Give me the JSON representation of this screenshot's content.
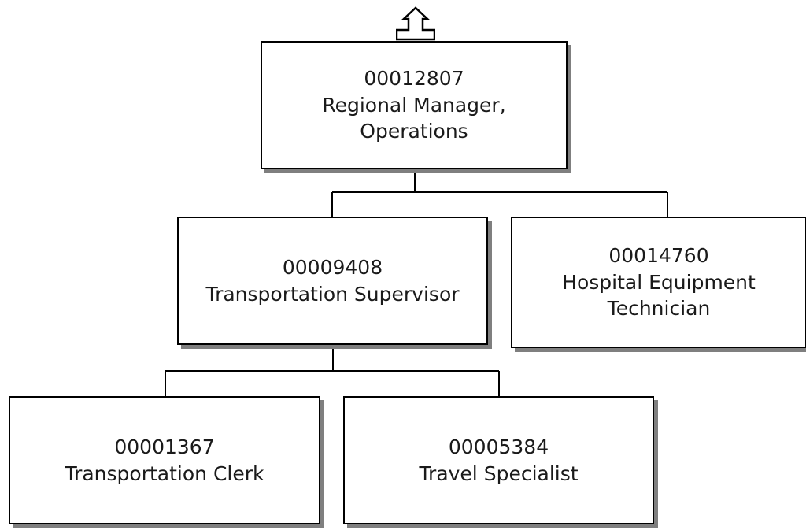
{
  "org_chart": {
    "navigate_up": {
      "icon": "up-arrow-icon"
    },
    "nodes": {
      "root": {
        "id": "00012807",
        "title": "Regional Manager,\nOperations"
      },
      "supervisor": {
        "id": "00009408",
        "title": "Transportation Supervisor"
      },
      "technician": {
        "id": "00014760",
        "title": "Hospital Equipment\nTechnician"
      },
      "clerk": {
        "id": "00001367",
        "title": "Transportation Clerk"
      },
      "travel": {
        "id": "00005384",
        "title": "Travel Specialist"
      }
    },
    "colors": {
      "border": "#000000",
      "shadow": "#7f7f7f",
      "text": "#1a1a1a",
      "background": "#ffffff"
    }
  }
}
